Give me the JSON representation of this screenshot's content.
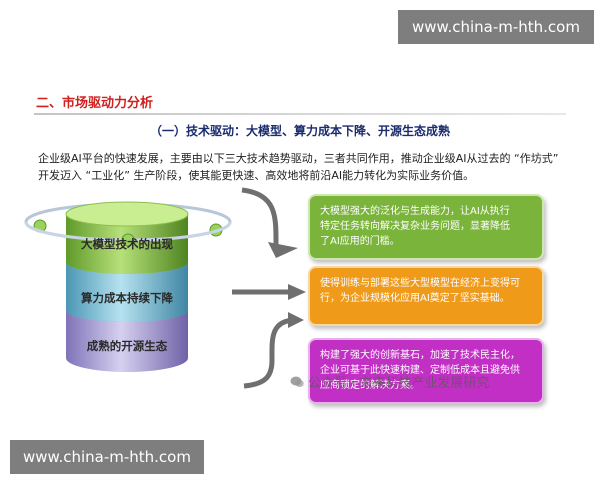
{
  "watermarks": {
    "top": "www.china-m-hth.com",
    "bottom": "www.china-m-hth.com"
  },
  "section_title": "二、市场驱动力分析",
  "subtitle": "（一）技术驱动：大模型、算力成本下降、开源生态成熟",
  "intro_lines": [
    "企业级AI平台的快速发展，主要由以下三大技术趋势驱动，三者共同作用，推动企业级AI从过去的 “作坊式”",
    "开发迈入 “工业化” 生产阶段，使其能更快速、高效地将前沿AI能力转化为实际业务价值。"
  ],
  "cylinder": {
    "layers": [
      "大模型技术的出现",
      "算力成本持续下降",
      "成熟的开源生态"
    ]
  },
  "boxes": [
    {
      "lines": [
        "大模型强大的泛化与生成能力，让AI从执行",
        "特定任务转向解决复杂业务问题，显著降低",
        "了AI应用的门槛。"
      ],
      "color": "#7ab43a"
    },
    {
      "lines": [
        "使得训练与部署这些大型模型在经济上变得可",
        "行，为企业规模化应用AI奠定了坚实基础。"
      ],
      "color": "#f09a1a"
    },
    {
      "lines": [
        "构建了强大的创新基石，加速了技术民主化，",
        "企业可基于此快速构建、定制低成本且避免供",
        "应商锁定的解决方案。"
      ],
      "color": "#c22fc4"
    }
  ],
  "brand_watermark": "公众号 · 未来科技产业发展研究"
}
